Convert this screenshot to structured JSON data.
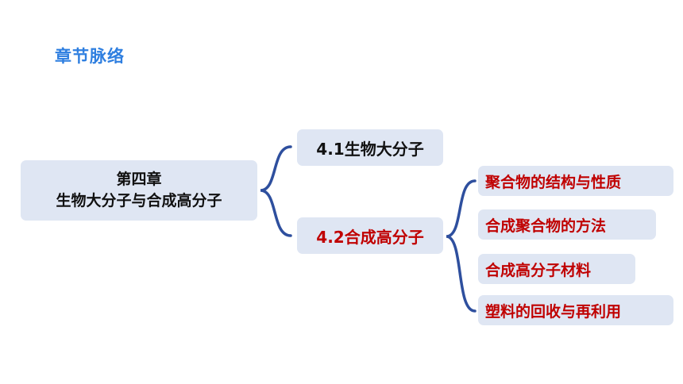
{
  "heading": "章节脉络",
  "root": {
    "line1": "第四章",
    "line2": "生物大分子与合成高分子"
  },
  "sections": [
    {
      "label": "4.1生物大分子"
    },
    {
      "label": "4.2合成高分子"
    }
  ],
  "subsections": [
    {
      "label": "聚合物的结构与性质"
    },
    {
      "label": "合成聚合物的方法"
    },
    {
      "label": "合成高分子材料"
    },
    {
      "label": "塑料的回收与再利用"
    }
  ],
  "colors": {
    "heading": "#2f7fe0",
    "box_fill": "#dfe6f3",
    "brace": "#2e4f9e",
    "highlight_text": "#c00000",
    "normal_text": "#111111"
  }
}
